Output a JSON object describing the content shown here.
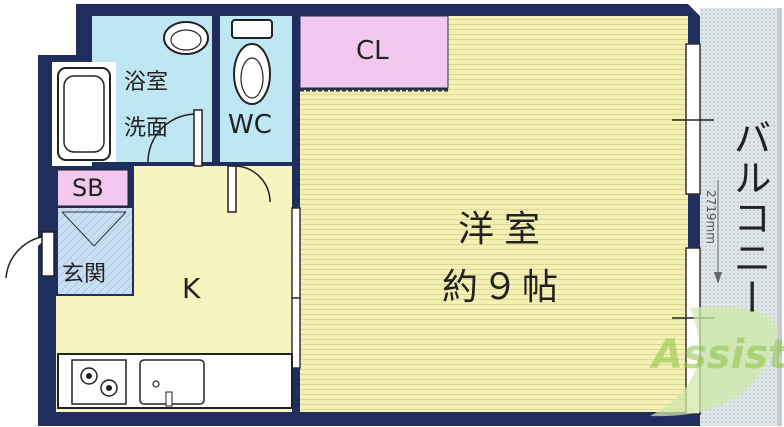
{
  "rooms": {
    "bath": "浴室",
    "washroom": "洗面",
    "toilet": "WC",
    "closet": "CL",
    "western_room": "洋室",
    "western_room_size": "約９帖",
    "shoe_box": "SB",
    "entrance": "玄関",
    "kitchen": "K",
    "balcony": "バルコニー"
  },
  "balcony_dimension": "2719mm",
  "watermark": "Assist",
  "colors": {
    "wall": "#1f2e5c",
    "wet_area": "#bfe6f3",
    "kitchen_floor": "#f8f4bf",
    "room_floor": "#f4f0b4",
    "closet": "#f3c8ee",
    "balcony": "#dce3e8",
    "watermark": "#8cc63f"
  }
}
